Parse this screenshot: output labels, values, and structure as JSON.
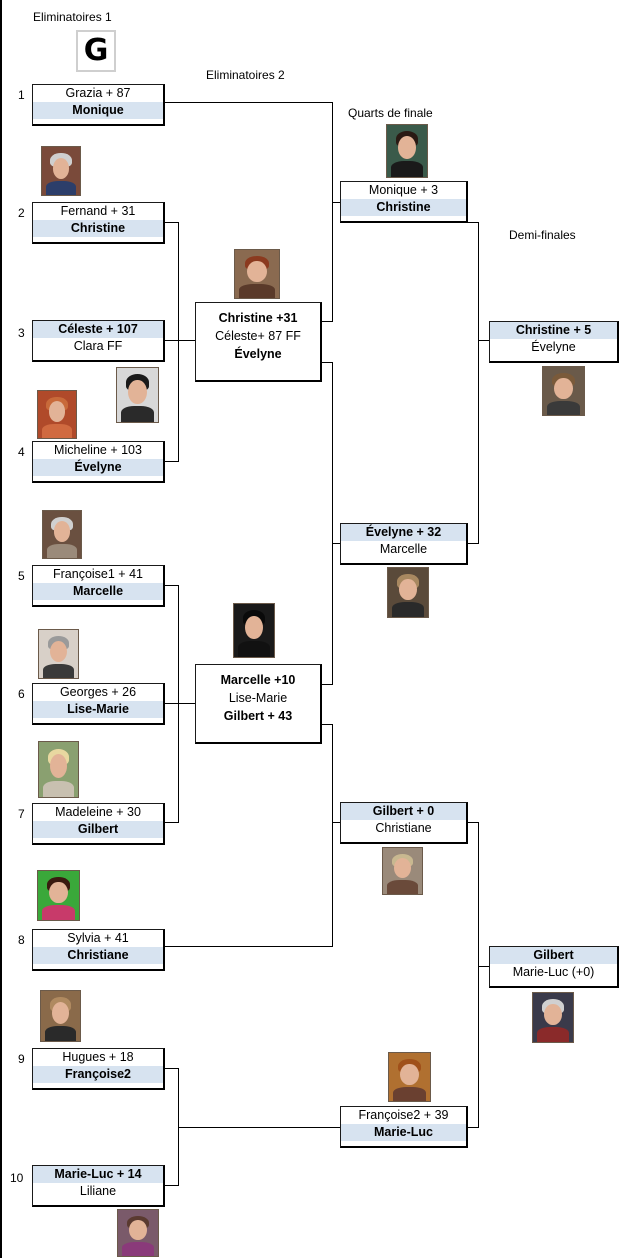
{
  "headers": {
    "r1": "Eliminatoires 1",
    "r2": "Eliminatoires 2",
    "qf": "Quarts de finale",
    "sf": "Demi-finales"
  },
  "logo_letter": "G",
  "round1": [
    {
      "seed": "1",
      "line1": "Grazia + 87",
      "line2": "Monique"
    },
    {
      "seed": "2",
      "line1": "Fernand + 31",
      "line2": "Christine"
    },
    {
      "seed": "3",
      "line1": "Céleste + 107",
      "line2": "Clara FF"
    },
    {
      "seed": "4",
      "line1": "Micheline + 103",
      "line2": "Évelyne"
    },
    {
      "seed": "5",
      "line1": "Françoise1 + 41",
      "line2": "Marcelle"
    },
    {
      "seed": "6",
      "line1": "Georges + 26",
      "line2": "Lise-Marie"
    },
    {
      "seed": "7",
      "line1": "Madeleine + 30",
      "line2": "Gilbert"
    },
    {
      "seed": "8",
      "line1": "Sylvia + 41",
      "line2": "Christiane"
    },
    {
      "seed": "9",
      "line1": "Hugues + 18",
      "line2": "Françoise2"
    },
    {
      "seed": "10",
      "line1": "Marie-Luc + 14",
      "line2": "Liliane"
    }
  ],
  "round2": [
    {
      "line1": "Christine +31",
      "line2": "Céleste+ 87 FF",
      "line3": "Évelyne"
    },
    {
      "line1": "Marcelle +10",
      "line2": "Lise-Marie",
      "line3": "Gilbert + 43"
    }
  ],
  "quarters": [
    {
      "line1": "Monique + 3",
      "line2": "Christine"
    },
    {
      "line1": "Évelyne + 32",
      "line2": "Marcelle"
    },
    {
      "line1": "Gilbert + 0",
      "line2": "Christiane"
    },
    {
      "line1": "Françoise2 + 39",
      "line2": "Marie-Luc"
    }
  ],
  "semis": [
    {
      "line1": "Christine + 5",
      "line2": "Évelyne"
    },
    {
      "line1": "Gilbert",
      "line2": "Marie-Luc (+0)"
    }
  ],
  "colors": {
    "box_fill": "#d7e3f0",
    "line": "#000000"
  }
}
